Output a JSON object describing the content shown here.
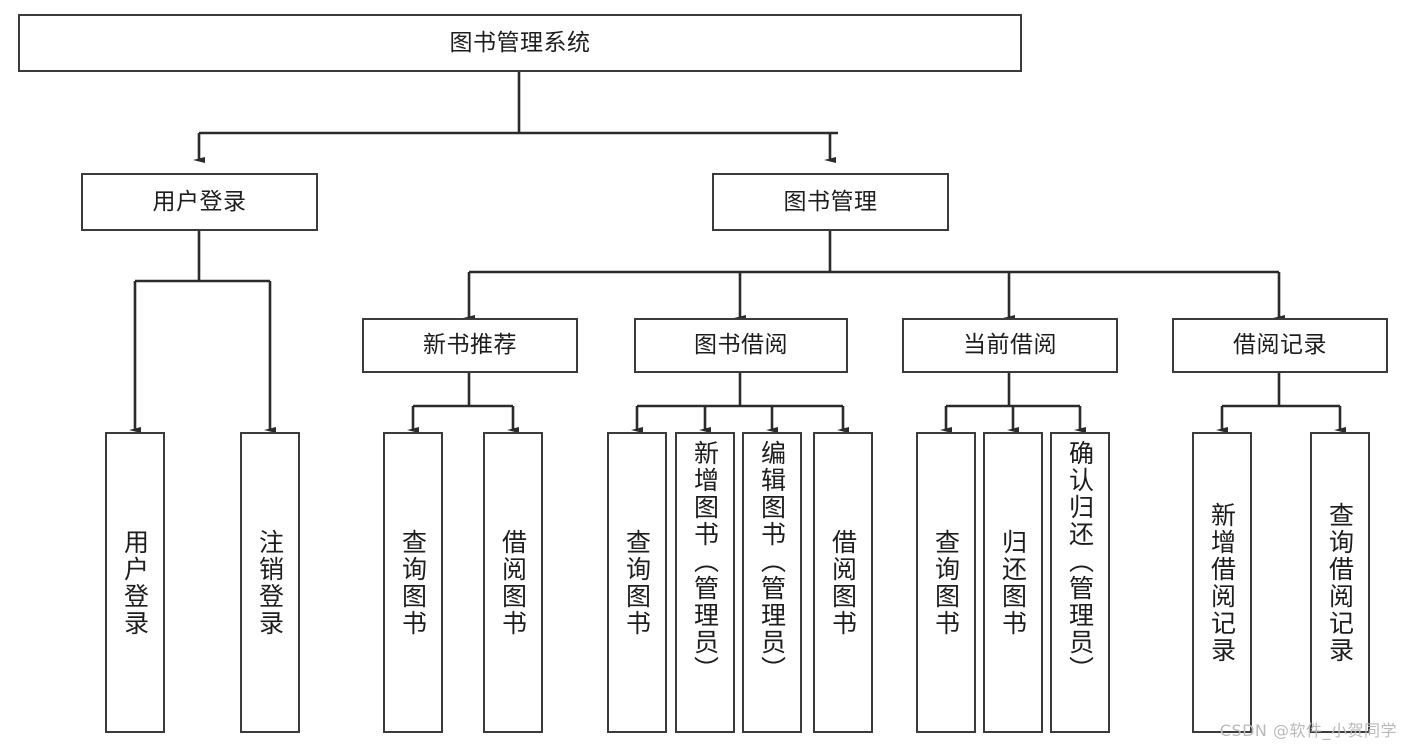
{
  "diagram": {
    "title": "图书管理系统",
    "watermark": "CSDN @软件_小贺同学",
    "colors": {
      "border": "#3b3b3b",
      "line": "#2b2b2b",
      "background": "#ffffff",
      "text": "#1d1d1d",
      "watermark": "#b9b9b9"
    },
    "root": {
      "label": "图书管理系统"
    },
    "level2": [
      {
        "label": "用户登录"
      },
      {
        "label": "图书管理"
      }
    ],
    "level3": [
      {
        "label": "新书推荐"
      },
      {
        "label": "图书借阅"
      },
      {
        "label": "当前借阅"
      },
      {
        "label": "借阅记录"
      }
    ],
    "leaves": {
      "user_login": [
        {
          "label": "用户登录"
        },
        {
          "label": "注销登录"
        }
      ],
      "new_book": [
        {
          "label": "查询图书"
        },
        {
          "label": "借阅图书"
        }
      ],
      "borrow": [
        {
          "label": "查询图书"
        },
        {
          "label": "新增图书（管理员）"
        },
        {
          "label": "编辑图书（管理员）"
        },
        {
          "label": "借阅图书"
        }
      ],
      "current": [
        {
          "label": "查询图书"
        },
        {
          "label": "归还图书"
        },
        {
          "label": "确认归还（管理员）"
        }
      ],
      "records": [
        {
          "label": "新增借阅记录"
        },
        {
          "label": "查询借阅记录"
        }
      ]
    }
  }
}
